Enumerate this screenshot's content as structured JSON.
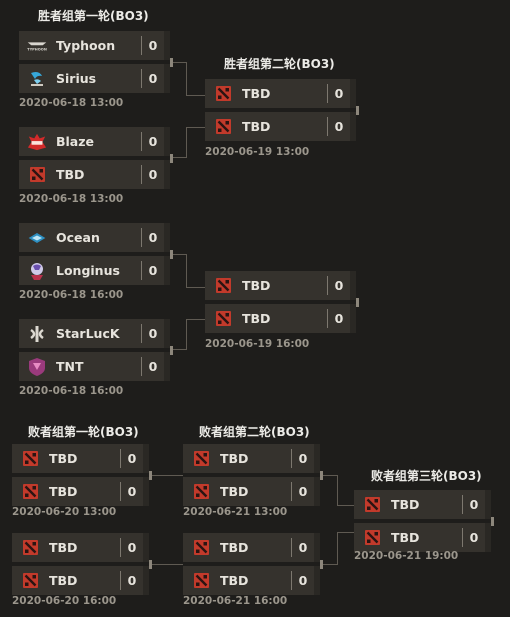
{
  "winners": {
    "r1_title": "胜者组第一轮(BO3)",
    "r2_title": "胜者组第二轮(BO3)",
    "r1": [
      {
        "teams": [
          {
            "name": "Typhoon",
            "score": "0",
            "logo": "typhoon-logo"
          },
          {
            "name": "Sirius",
            "score": "0",
            "logo": "sirius-logo"
          }
        ],
        "time": "2020-06-18 13:00"
      },
      {
        "teams": [
          {
            "name": "Blaze",
            "score": "0",
            "logo": "blaze-logo"
          },
          {
            "name": "TBD",
            "score": "0",
            "logo": "dota-icon"
          }
        ],
        "time": "2020-06-18 13:00"
      },
      {
        "teams": [
          {
            "name": "Ocean",
            "score": "0",
            "logo": "ocean-logo"
          },
          {
            "name": "Longinus",
            "score": "0",
            "logo": "longinus-logo"
          }
        ],
        "time": "2020-06-18 16:00"
      },
      {
        "teams": [
          {
            "name": "StarLucK",
            "score": "0",
            "logo": "starluck-logo"
          },
          {
            "name": "TNT",
            "score": "0",
            "logo": "tnt-logo"
          }
        ],
        "time": "2020-06-18 16:00"
      }
    ],
    "r2": [
      {
        "teams": [
          {
            "name": "TBD",
            "score": "0",
            "logo": "dota-icon"
          },
          {
            "name": "TBD",
            "score": "0",
            "logo": "dota-icon"
          }
        ],
        "time": "2020-06-19 13:00"
      },
      {
        "teams": [
          {
            "name": "TBD",
            "score": "0",
            "logo": "dota-icon"
          },
          {
            "name": "TBD",
            "score": "0",
            "logo": "dota-icon"
          }
        ],
        "time": "2020-06-19 16:00"
      }
    ]
  },
  "losers": {
    "r1_title": "败者组第一轮(BO3)",
    "r2_title": "败者组第二轮(BO3)",
    "r3_title": "败者组第三轮(BO3)",
    "r1": [
      {
        "teams": [
          {
            "name": "TBD",
            "score": "0",
            "logo": "dota-icon"
          },
          {
            "name": "TBD",
            "score": "0",
            "logo": "dota-icon"
          }
        ],
        "time": "2020-06-20 13:00"
      },
      {
        "teams": [
          {
            "name": "TBD",
            "score": "0",
            "logo": "dota-icon"
          },
          {
            "name": "TBD",
            "score": "0",
            "logo": "dota-icon"
          }
        ],
        "time": "2020-06-20 16:00"
      }
    ],
    "r2": [
      {
        "teams": [
          {
            "name": "TBD",
            "score": "0",
            "logo": "dota-icon"
          },
          {
            "name": "TBD",
            "score": "0",
            "logo": "dota-icon"
          }
        ],
        "time": "2020-06-21 13:00"
      },
      {
        "teams": [
          {
            "name": "TBD",
            "score": "0",
            "logo": "dota-icon"
          },
          {
            "name": "TBD",
            "score": "0",
            "logo": "dota-icon"
          }
        ],
        "time": "2020-06-21 16:00"
      }
    ],
    "r3": [
      {
        "teams": [
          {
            "name": "TBD",
            "score": "0",
            "logo": "dota-icon"
          },
          {
            "name": "TBD",
            "score": "0",
            "logo": "dota-icon"
          }
        ],
        "time": "2020-06-21 19:00"
      }
    ]
  },
  "colors": {
    "dota_red": "#c23a2b",
    "background": "#1e1d1b",
    "card": "#35322d",
    "line": "#5f5a52"
  }
}
